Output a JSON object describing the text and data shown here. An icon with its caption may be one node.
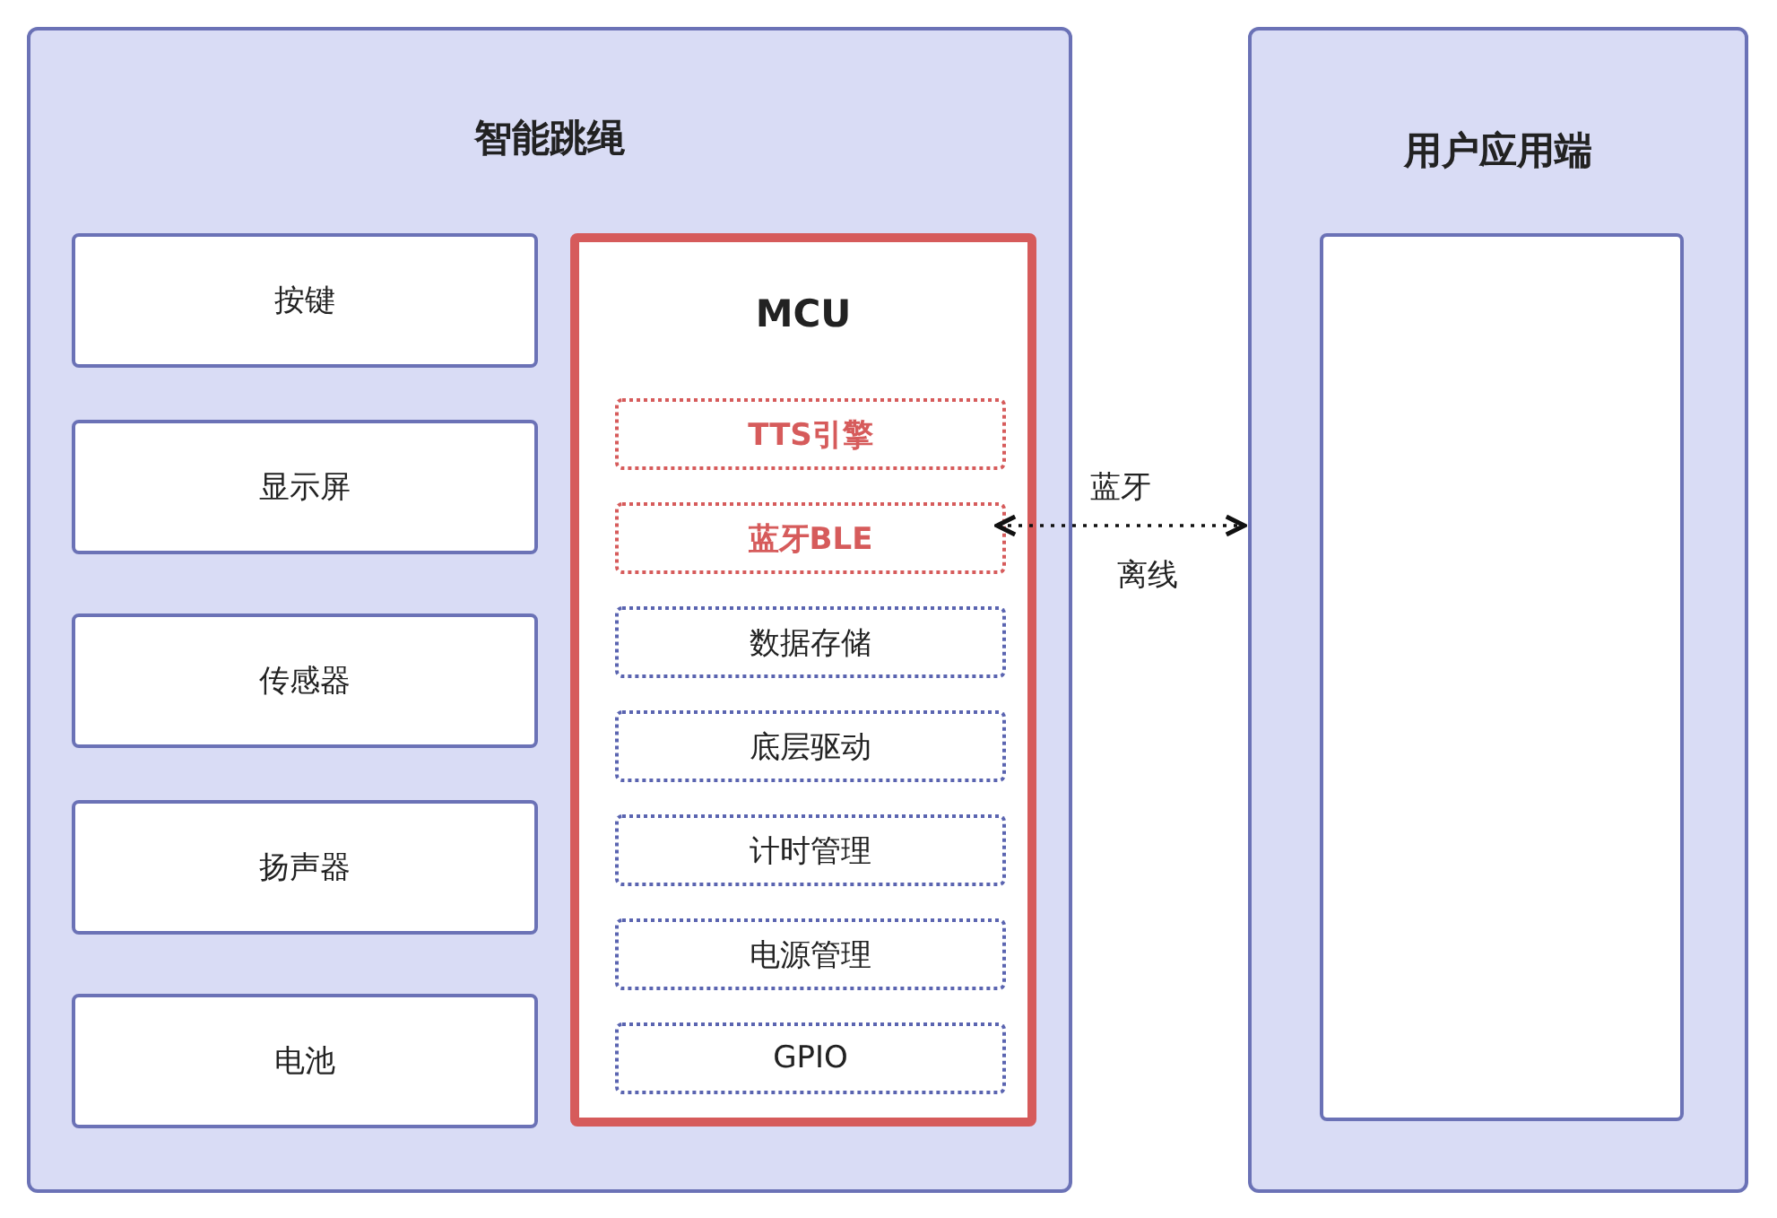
{
  "diagram": {
    "nodes": [
      {
        "text": [
          "智能跳绳"
        ]
      },
      {
        "text": [
          "按键"
        ],
        "in": 0
      },
      {
        "text": [
          "显示屏"
        ],
        "in": 0
      },
      {
        "text": [
          "传感器"
        ],
        "in": 0
      },
      {
        "text": [
          "扬声器"
        ],
        "in": 0
      },
      {
        "text": [
          "电池"
        ],
        "in": 0
      },
      {
        "text": [
          "MCU"
        ],
        "in": 0
      },
      {
        "text": [
          "TTS引擎"
        ],
        "in": 6
      },
      {
        "text": [
          "蓝牙BLE"
        ],
        "in": 6
      },
      {
        "text": [
          "数据存储"
        ],
        "in": 6
      },
      {
        "text": [
          "底层驱动"
        ],
        "in": 6
      },
      {
        "text": [
          "计时管理"
        ],
        "in": 6
      },
      {
        "text": [
          "电源管理"
        ],
        "in": 6
      },
      {
        "text": [
          "GPIO"
        ],
        "in": 6
      },
      {
        "text": [
          "用户应用端"
        ]
      },
      {
        "text": [],
        "shape": "box",
        "in": 14
      }
    ],
    "edges": [
      {
        "from": 8,
        "to": 14,
        "arrow": "both",
        "style": "dashed",
        "label": "蓝牙"
      }
    ],
    "labels": [
      "离线"
    ]
  }
}
